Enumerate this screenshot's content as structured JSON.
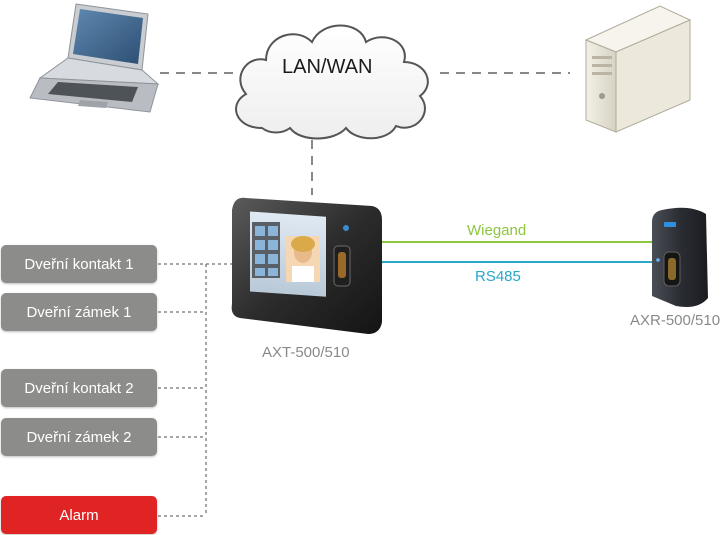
{
  "network": {
    "cloud_label": "LAN/WAN"
  },
  "links": {
    "wiegand": {
      "label": "Wiegand",
      "color": "#8cc63f"
    },
    "rs485": {
      "label": "RS485",
      "color": "#2aa7c9"
    }
  },
  "devices": {
    "terminal": {
      "name": "AXT-500/510"
    },
    "reader": {
      "name": "AXR-500/510"
    }
  },
  "io_boxes": [
    {
      "label": "Dveřní kontakt 1",
      "color": "#8c8c8a"
    },
    {
      "label": "Dveřní zámek 1",
      "color": "#8c8c8a"
    },
    {
      "label": "Dveřní kontakt 2",
      "color": "#8c8c8a"
    },
    {
      "label": "Dveřní zámek 2",
      "color": "#8c8c8a"
    },
    {
      "label": "Alarm",
      "color": "#e02424"
    }
  ]
}
